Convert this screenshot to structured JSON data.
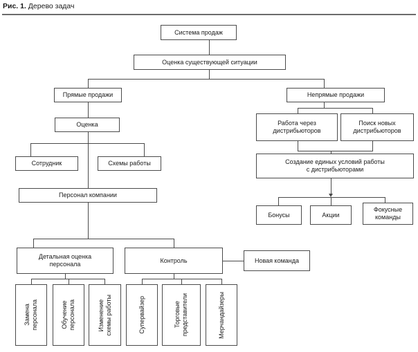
{
  "caption": {
    "label": "Рис. 1.",
    "text": " Дерево задач"
  },
  "diagram": {
    "type": "tree-diagram",
    "title": "Дерево задач",
    "nodes": {
      "root": "Система продаж",
      "assessment": "Оценка существующей ситуации",
      "direct_sales": "Прямые продажи",
      "indirect_sales": "Непрямые продажи",
      "evaluation": "Оценка",
      "employee": "Сотрудник",
      "work_schemes": "Схемы работы",
      "company_staff": "Персонал компании",
      "work_via_distributors": "Работа через\nдистрибьюторов",
      "search_new_distributors": "Поиск новых\nдистрибьюторов",
      "unified_conditions": "Создание единых условий работы\nс дистрибьюторами",
      "bonuses": "Бонусы",
      "promotions": "Акции",
      "focus_teams": "Фокусные\nкоманды",
      "detailed_staff_assessment": "Детальная оценка\nперсонала",
      "control": "Контроль",
      "new_team": "Новая команда",
      "staff_replacement": "Замена\nперсонала",
      "staff_training": "Обучение\nперсонала",
      "change_work_scheme": "Изменение\nсхемы работы",
      "supervisor": "Супервайзер",
      "sales_reps": "Торговые\nпредставители",
      "merchandisers": "Мерчандайзеры"
    },
    "colors": {
      "box_border": "#4a4a4a",
      "connector": "#4a4a4a",
      "rule": "#6b6b6b",
      "text": "#1a1a1a",
      "background": "#ffffff"
    }
  }
}
